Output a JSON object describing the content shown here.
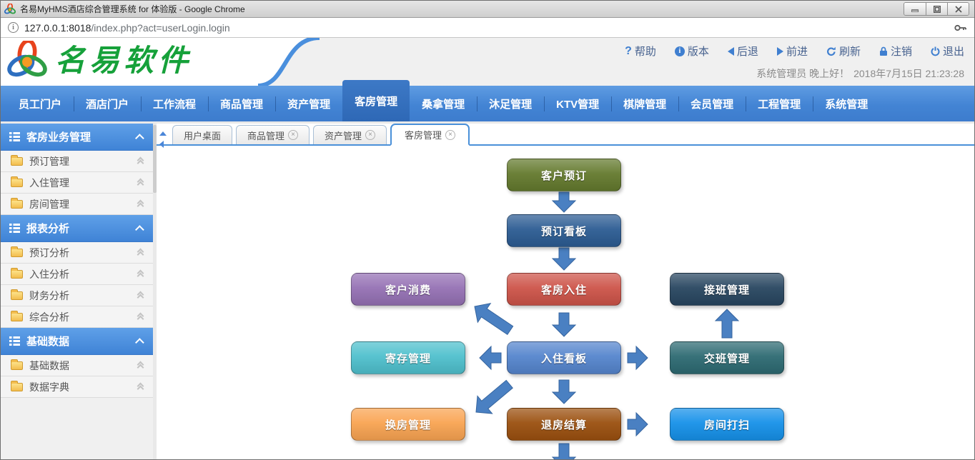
{
  "colors": {
    "accent": "#4a90d9",
    "nav_active": "#2e68b6",
    "arrow": "#4a80c2",
    "brand_green": "#16a13a",
    "sidebar_header_blue": "#4588d9"
  },
  "window": {
    "title": "名易MyHMS酒店综合管理系统 for 体验版 - Google Chrome",
    "controls": [
      "minimize",
      "maximize",
      "close"
    ]
  },
  "browser": {
    "url_host": "127.0.0.1:8018",
    "url_path": "/index.php?act=userLogin.login",
    "info_glyph": "i"
  },
  "header": {
    "brand": "名易软件",
    "links": [
      {
        "icon": "help-icon",
        "label": "帮助"
      },
      {
        "icon": "info-icon",
        "label": "版本"
      },
      {
        "icon": "back-icon",
        "label": "后退"
      },
      {
        "icon": "forward-icon",
        "label": "前进"
      },
      {
        "icon": "refresh-icon",
        "label": "刷新"
      },
      {
        "icon": "lock-icon",
        "label": "注销"
      },
      {
        "icon": "power-icon",
        "label": "退出"
      }
    ],
    "greeting": "系统管理员 晚上好！",
    "datetime": "2018年7月15日 21:23:28"
  },
  "nav": {
    "active": "客房管理",
    "items": [
      "员工门户",
      "酒店门户",
      "工作流程",
      "商品管理",
      "资产管理",
      "客房管理",
      "桑拿管理",
      "沐足管理",
      "KTV管理",
      "棋牌管理",
      "会员管理",
      "工程管理",
      "系统管理"
    ]
  },
  "sidebar": {
    "sections": [
      {
        "title": "客房业务管理",
        "items": [
          "预订管理",
          "入住管理",
          "房间管理"
        ]
      },
      {
        "title": "报表分析",
        "items": [
          "预订分析",
          "入住分析",
          "财务分析",
          "综合分析"
        ]
      },
      {
        "title": "基础数据",
        "items": [
          "基础数据",
          "数据字典"
        ]
      }
    ]
  },
  "tabs": {
    "close_glyph": "×",
    "items": [
      {
        "label": "用户桌面",
        "closable": false,
        "active": false
      },
      {
        "label": "商品管理",
        "closable": true,
        "active": false
      },
      {
        "label": "资产管理",
        "closable": true,
        "active": false
      },
      {
        "label": "客房管理",
        "closable": true,
        "active": true
      }
    ]
  },
  "flow": {
    "arrow_color": "#4a80c2",
    "nodes": [
      {
        "id": "customer-booking",
        "label": "客户预订",
        "color": "#647a2e"
      },
      {
        "id": "booking-board",
        "label": "预订看板",
        "color": "#2c5c93"
      },
      {
        "id": "room-checkin",
        "label": "客房入住",
        "color": "#cd5449"
      },
      {
        "id": "customer-consumption",
        "label": "客户消费",
        "color": "#9571b4"
      },
      {
        "id": "shift-takeover",
        "label": "接班管理",
        "color": "#284660"
      },
      {
        "id": "storage-mgmt",
        "label": "寄存管理",
        "color": "#4fc0cd"
      },
      {
        "id": "checkin-board",
        "label": "入住看板",
        "color": "#5585cd"
      },
      {
        "id": "shift-handover",
        "label": "交班管理",
        "color": "#2d6a72"
      },
      {
        "id": "room-change",
        "label": "换房管理",
        "color": "#f9a452"
      },
      {
        "id": "checkout-settlement",
        "label": "退房结算",
        "color": "#9b500f"
      },
      {
        "id": "room-cleaning",
        "label": "房间打扫",
        "color": "#1691e9"
      }
    ]
  }
}
